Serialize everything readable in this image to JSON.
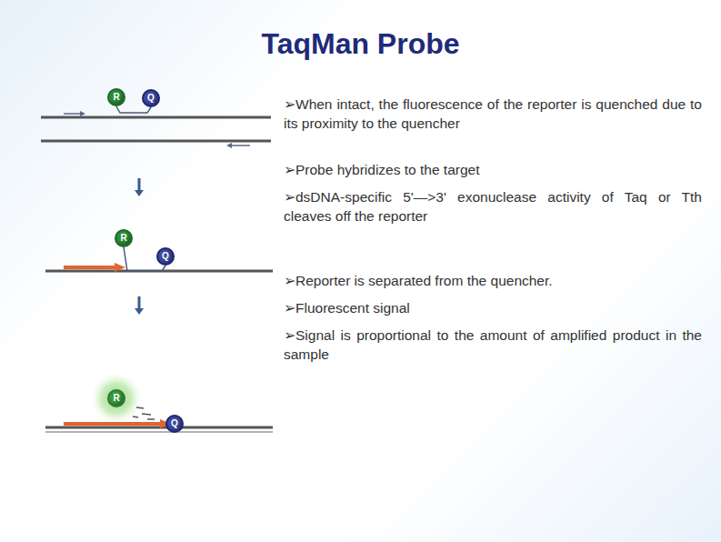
{
  "diagram": {
    "title": "TaqMan Probe",
    "nodes": [
      {
        "text": [
          "R"
        ]
      },
      {
        "text": [
          "Q"
        ]
      },
      {
        "text": [
          "R"
        ]
      },
      {
        "text": [
          "Q"
        ]
      },
      {
        "text": [
          "R"
        ]
      },
      {
        "text": [
          "Q"
        ]
      }
    ],
    "edges": [
      {
        "from": 0,
        "to": 1,
        "arrow": "none"
      },
      {
        "from": 2,
        "to": 3,
        "arrow": "none"
      }
    ],
    "labels": [
      "➢When intact, the fluorescence of the reporter is quenched due to its proximity to the quencher",
      "➢Probe hybridizes to the target",
      "➢dsDNA-specific 5'—>3' exonuclease activity of Taq or Tth cleaves off the reporter",
      "➢Reporter is separated from the quencher.",
      "➢Fluorescent signal",
      "➢Signal is proportional to the amount of amplified product in the sample"
    ]
  }
}
